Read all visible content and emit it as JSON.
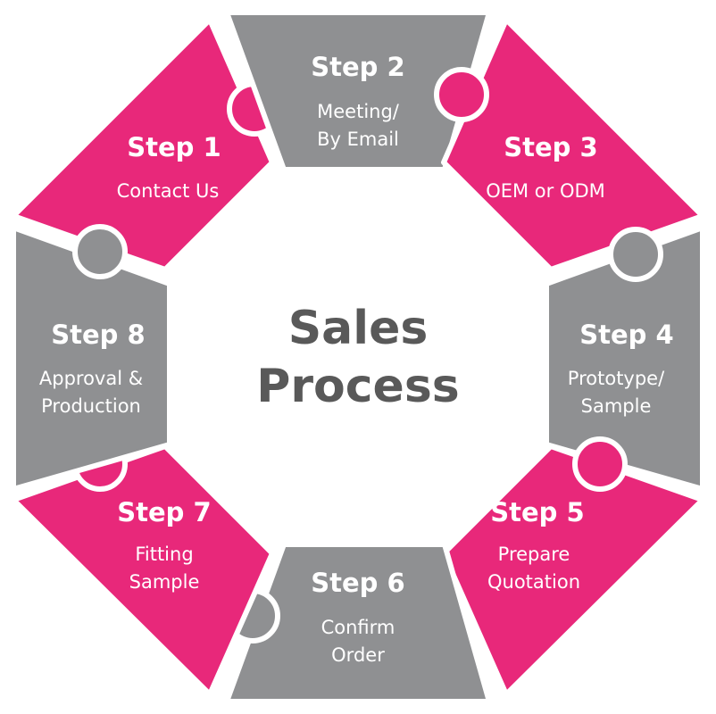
{
  "center_title": {
    "line1": "Sales",
    "line2": "Process"
  },
  "colors": {
    "pink": "#e8287a",
    "gray": "#8f9092",
    "center_text": "#595959",
    "piece_text": "#ffffff"
  },
  "steps": [
    {
      "title": "Step 1",
      "lines": [
        "Contact Us"
      ],
      "color": "pink"
    },
    {
      "title": "Step 2",
      "lines": [
        "Meeting/",
        "By Email"
      ],
      "color": "gray"
    },
    {
      "title": "Step 3",
      "lines": [
        "OEM or ODM"
      ],
      "color": "pink"
    },
    {
      "title": "Step 4",
      "lines": [
        "Prototype/",
        "Sample"
      ],
      "color": "gray"
    },
    {
      "title": "Step 5",
      "lines": [
        "Prepare",
        "Quotation"
      ],
      "color": "pink"
    },
    {
      "title": "Step 6",
      "lines": [
        "Confirm",
        "Order"
      ],
      "color": "gray"
    },
    {
      "title": "Step 7",
      "lines": [
        "Fitting",
        "Sample"
      ],
      "color": "pink"
    },
    {
      "title": "Step 8",
      "lines": [
        "Approval &",
        "Production"
      ],
      "color": "gray"
    }
  ]
}
